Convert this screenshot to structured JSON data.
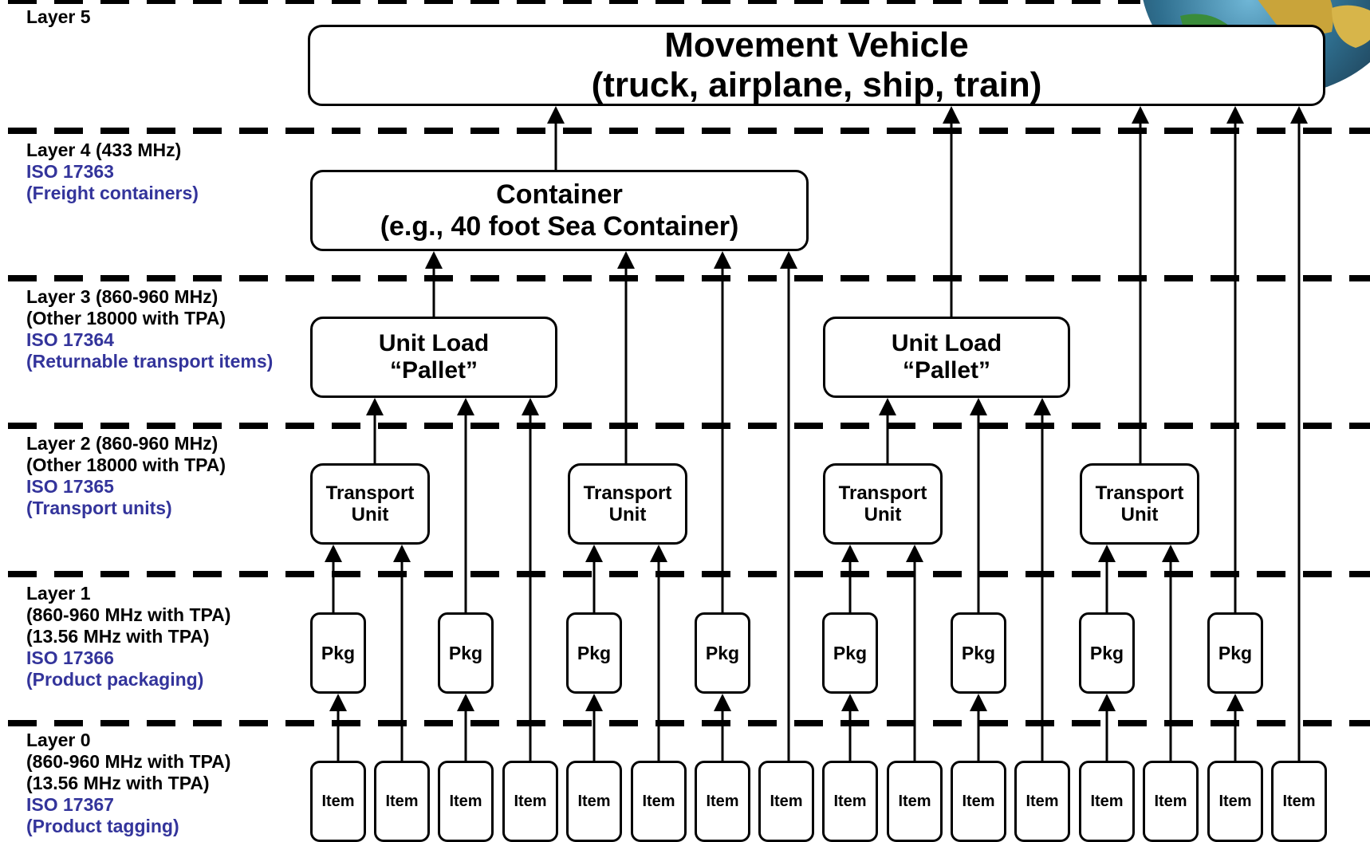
{
  "layers": [
    {
      "lines": [
        "Layer 5"
      ],
      "iso": []
    },
    {
      "lines": [
        "Layer 4 (433 MHz)"
      ],
      "iso": [
        "ISO 17363",
        "(Freight containers)"
      ]
    },
    {
      "lines": [
        "Layer 3 (860-960 MHz)",
        "(Other 18000 with TPA)"
      ],
      "iso": [
        "ISO 17364",
        "(Returnable transport items)"
      ]
    },
    {
      "lines": [
        "Layer 2 (860-960 MHz)",
        "(Other 18000 with TPA)"
      ],
      "iso": [
        "ISO 17365",
        "(Transport units)"
      ]
    },
    {
      "lines": [
        "Layer 1",
        "(860-960 MHz with TPA)",
        "(13.56 MHz with TPA)"
      ],
      "iso": [
        "ISO 17366",
        "(Product packaging)"
      ]
    },
    {
      "lines": [
        "Layer 0",
        "(860-960 MHz with TPA)",
        "(13.56 MHz with TPA)"
      ],
      "iso": [
        "ISO 17367",
        "(Product tagging)"
      ]
    }
  ],
  "boxes": {
    "vehicle": "Movement Vehicle\n(truck, airplane, ship, train)",
    "container": "Container\n(e.g., 40 foot Sea Container)",
    "pallet_label": "Unit Load\n“Pallet”",
    "transport_unit_label": "Transport\nUnit",
    "pkg_label": "Pkg",
    "item_label": "Item"
  },
  "colors": {
    "iso_text": "#33349b",
    "lines": "#000000"
  }
}
